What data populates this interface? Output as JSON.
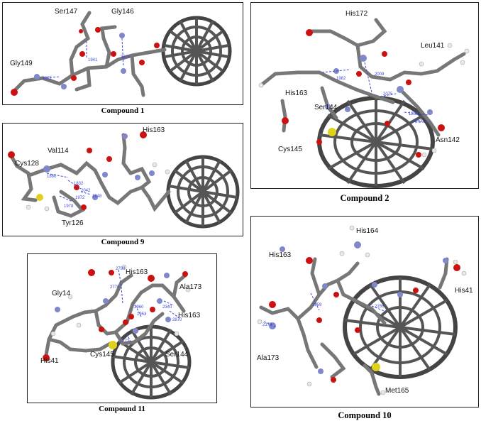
{
  "panels": [
    {
      "caption": "Compound 1",
      "labels": [
        "Ser147",
        "Gly146",
        "Gly149"
      ],
      "distances": [
        "1941",
        "3209",
        "1971"
      ]
    },
    {
      "caption": "Compound 2",
      "labels": [
        "His172",
        "Leu141",
        "His163",
        "Ser144",
        "Cys145",
        "Asn142"
      ],
      "distances": [
        "1982",
        "2009",
        "2075",
        "1238",
        "1253"
      ]
    },
    {
      "caption": "Compound 9",
      "labels": [
        "Cys128",
        "Val114",
        "His163",
        "Tyr126"
      ],
      "distances": [
        "1860",
        "1832",
        "2042",
        "1972",
        "1848",
        "1978"
      ]
    },
    {
      "caption": "Compound 11",
      "labels": [
        "His163",
        "Ala173",
        "Gly14",
        "His163",
        "His41",
        "Cys145",
        "Ser144"
      ],
      "distances": [
        "2790",
        "2770",
        "2960",
        "1953",
        "2340",
        "2870",
        "1772"
      ]
    },
    {
      "caption": "Compound 10",
      "labels": [
        "His164",
        "His163",
        "His41",
        "Ala173",
        "Met165"
      ],
      "distances": [
        "1859",
        "2170",
        "2156"
      ]
    }
  ],
  "colors": {
    "carbon": "#6b6b6b",
    "oxygen": "#cc1111",
    "nitrogen": "#7f88c8",
    "hydrogen": "#e8e8e8",
    "sulfur": "#e0d21c",
    "hbond": "#3b48d8"
  }
}
